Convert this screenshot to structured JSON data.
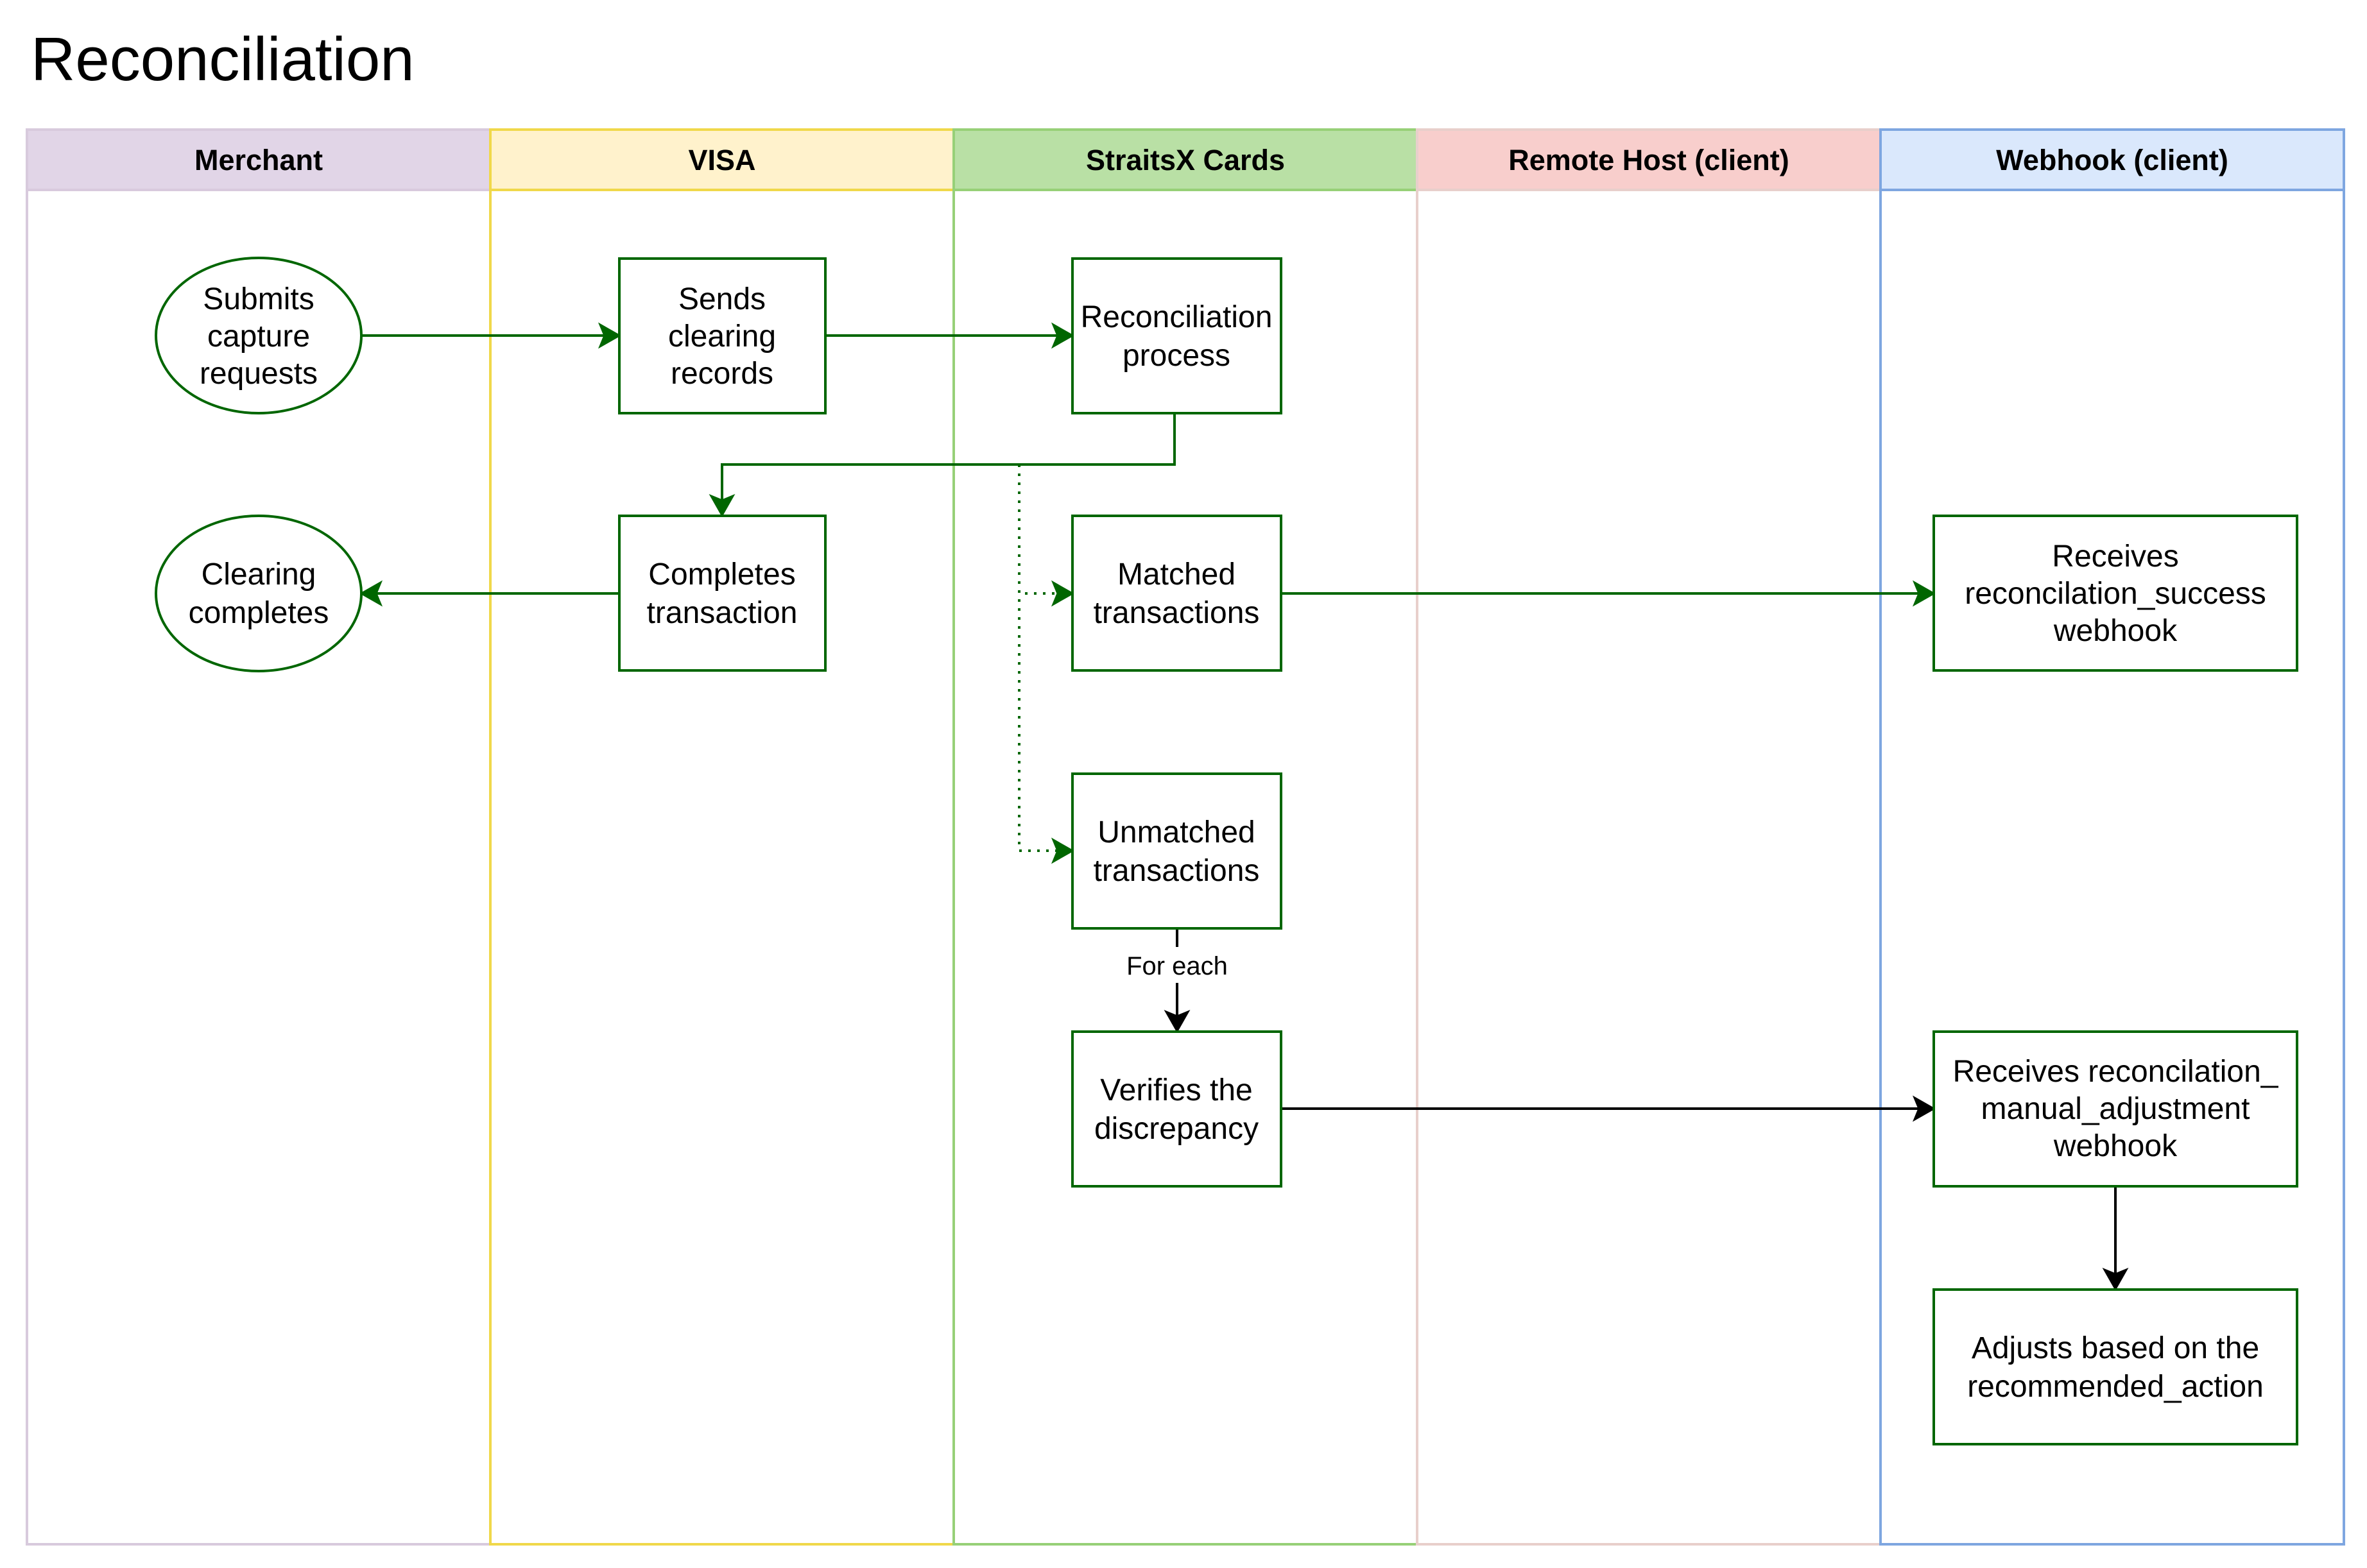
{
  "title": "Reconciliation",
  "lanes": [
    {
      "id": "merchant",
      "label": "Merchant",
      "header_color": "#e1d5e7",
      "border_color": "#d8cadd"
    },
    {
      "id": "visa",
      "label": "VISA",
      "header_color": "#fff2cc",
      "border_color": "#f0d84a"
    },
    {
      "id": "straitsx",
      "label": "StraitsX Cards",
      "header_color": "#b9e0a5",
      "border_color": "#97d077"
    },
    {
      "id": "remote",
      "label": "Remote Host (client)",
      "header_color": "#f8cecc",
      "border_color": "#e8cfcb"
    },
    {
      "id": "webhook",
      "label": "Webhook (client)",
      "header_color": "#dae8fc",
      "border_color": "#7ea6e0"
    }
  ],
  "nodes": [
    {
      "id": "submits",
      "shape": "ellipse",
      "lines": [
        "Submits",
        "capture",
        "requests"
      ]
    },
    {
      "id": "sends",
      "shape": "rect",
      "lines": [
        "Sends",
        "clearing",
        "records"
      ]
    },
    {
      "id": "recon",
      "shape": "rect",
      "lines": [
        "Reconciliation",
        "process"
      ]
    },
    {
      "id": "completes_tx",
      "shape": "rect",
      "lines": [
        "Completes",
        "transaction"
      ]
    },
    {
      "id": "clearing",
      "shape": "ellipse",
      "lines": [
        "Clearing",
        "completes"
      ]
    },
    {
      "id": "matched",
      "shape": "rect",
      "lines": [
        "Matched",
        "transactions"
      ]
    },
    {
      "id": "recv_success",
      "shape": "rect",
      "lines": [
        "Receives",
        "reconcilation_success",
        "webhook"
      ]
    },
    {
      "id": "unmatched",
      "shape": "rect",
      "lines": [
        "Unmatched",
        "transactions"
      ]
    },
    {
      "id": "verifies",
      "shape": "rect",
      "lines": [
        "Verifies the",
        "discrepancy"
      ]
    },
    {
      "id": "recv_manual",
      "shape": "rect",
      "lines": [
        "Receives reconcilation_",
        "manual_adjustment",
        "webhook"
      ]
    },
    {
      "id": "adjusts",
      "shape": "rect",
      "lines": [
        "Adjusts based on the",
        "recommended_action"
      ]
    }
  ],
  "edges": [
    {
      "from": "submits",
      "to": "sends",
      "style": "solid",
      "color": "green"
    },
    {
      "from": "sends",
      "to": "recon",
      "style": "solid",
      "color": "green"
    },
    {
      "from": "recon",
      "to": "completes_tx",
      "style": "solid",
      "color": "green"
    },
    {
      "from": "completes_tx",
      "to": "clearing",
      "style": "solid",
      "color": "green"
    },
    {
      "from": "recon",
      "to": "matched",
      "style": "dotted",
      "color": "green"
    },
    {
      "from": "recon",
      "to": "unmatched",
      "style": "dotted",
      "color": "green"
    },
    {
      "from": "matched",
      "to": "recv_success",
      "style": "solid",
      "color": "green"
    },
    {
      "from": "unmatched",
      "to": "verifies",
      "style": "solid",
      "color": "black",
      "label": "For each"
    },
    {
      "from": "verifies",
      "to": "recv_manual",
      "style": "solid",
      "color": "black"
    },
    {
      "from": "recv_manual",
      "to": "adjusts",
      "style": "solid",
      "color": "black"
    }
  ],
  "colors": {
    "node_stroke": "#006600",
    "green_edge": "#006600",
    "black_edge": "#000000"
  }
}
